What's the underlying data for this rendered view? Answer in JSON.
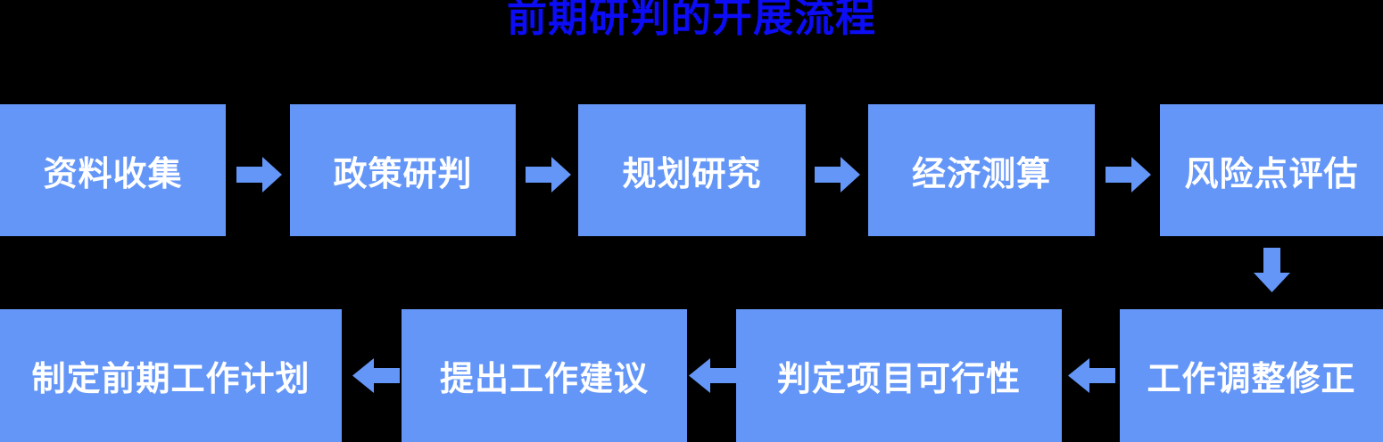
{
  "title": "前期研判的开展流程",
  "colors": {
    "background": "#000000",
    "node_fill": "#6496F8",
    "node_text": "#FFFFFF",
    "title_text": "#0C0CF5",
    "arrow_fill": "#6496F8"
  },
  "flow": {
    "row1": [
      {
        "id": "step-1",
        "label": "资料收集"
      },
      {
        "id": "step-2",
        "label": "政策研判"
      },
      {
        "id": "step-3",
        "label": "规划研究"
      },
      {
        "id": "step-4",
        "label": "经济测算"
      },
      {
        "id": "step-5",
        "label": "风险点评估"
      }
    ],
    "row2": [
      {
        "id": "step-9",
        "label": "制定前期工作计划"
      },
      {
        "id": "step-8",
        "label": "提出工作建议"
      },
      {
        "id": "step-7",
        "label": "判定项目可行性"
      },
      {
        "id": "step-6",
        "label": "工作调整修正"
      }
    ],
    "connectors": [
      {
        "id": "arrow-1-2",
        "direction": "right"
      },
      {
        "id": "arrow-2-3",
        "direction": "right"
      },
      {
        "id": "arrow-3-4",
        "direction": "right"
      },
      {
        "id": "arrow-4-5",
        "direction": "right"
      },
      {
        "id": "arrow-5-6",
        "direction": "down"
      },
      {
        "id": "arrow-6-7",
        "direction": "left"
      },
      {
        "id": "arrow-7-8",
        "direction": "left"
      },
      {
        "id": "arrow-8-9",
        "direction": "left"
      }
    ]
  }
}
